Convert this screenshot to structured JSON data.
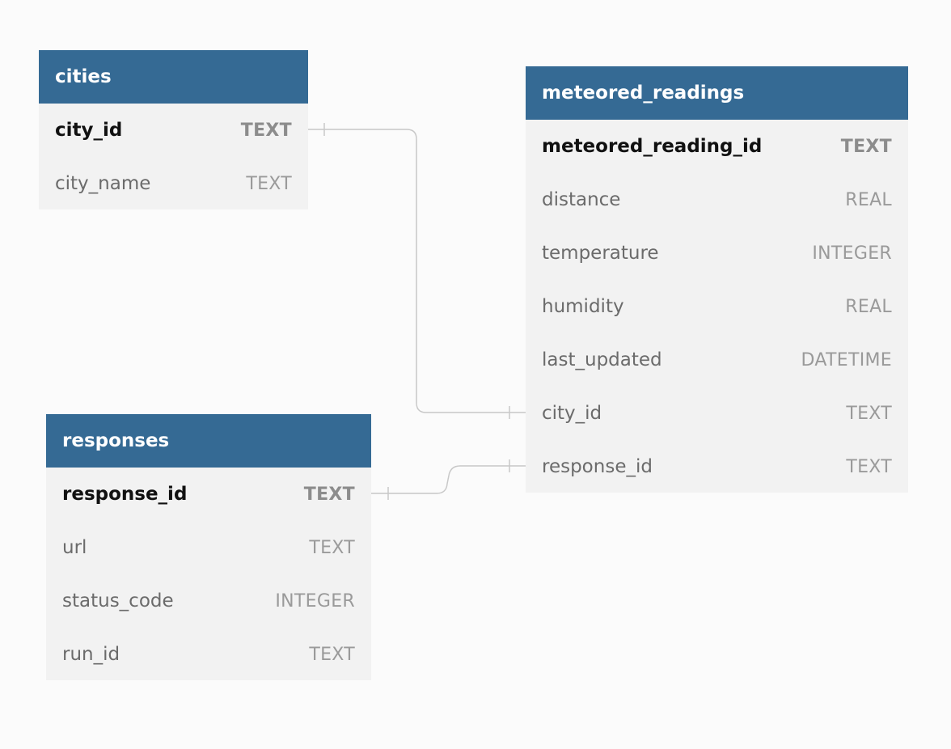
{
  "tables": {
    "cities": {
      "name": "cities",
      "columns": [
        {
          "name": "city_id",
          "type": "TEXT",
          "pk": true
        },
        {
          "name": "city_name",
          "type": "TEXT"
        }
      ]
    },
    "meteored_readings": {
      "name": "meteored_readings",
      "columns": [
        {
          "name": "meteored_reading_id",
          "type": "TEXT",
          "pk": true
        },
        {
          "name": "distance",
          "type": "REAL"
        },
        {
          "name": "temperature",
          "type": "INTEGER"
        },
        {
          "name": "humidity",
          "type": "REAL"
        },
        {
          "name": "last_updated",
          "type": "DATETIME"
        },
        {
          "name": "city_id",
          "type": "TEXT"
        },
        {
          "name": "response_id",
          "type": "TEXT"
        }
      ]
    },
    "responses": {
      "name": "responses",
      "columns": [
        {
          "name": "response_id",
          "type": "TEXT",
          "pk": true
        },
        {
          "name": "url",
          "type": "TEXT"
        },
        {
          "name": "status_code",
          "type": "INTEGER"
        },
        {
          "name": "run_id",
          "type": "TEXT"
        }
      ]
    }
  },
  "relationships": [
    {
      "from": "cities.city_id",
      "to": "meteored_readings.city_id"
    },
    {
      "from": "responses.response_id",
      "to": "meteored_readings.response_id"
    }
  ],
  "colors": {
    "header": "#356a94",
    "body": "#f2f2f2",
    "connector": "#c8c8c8"
  }
}
